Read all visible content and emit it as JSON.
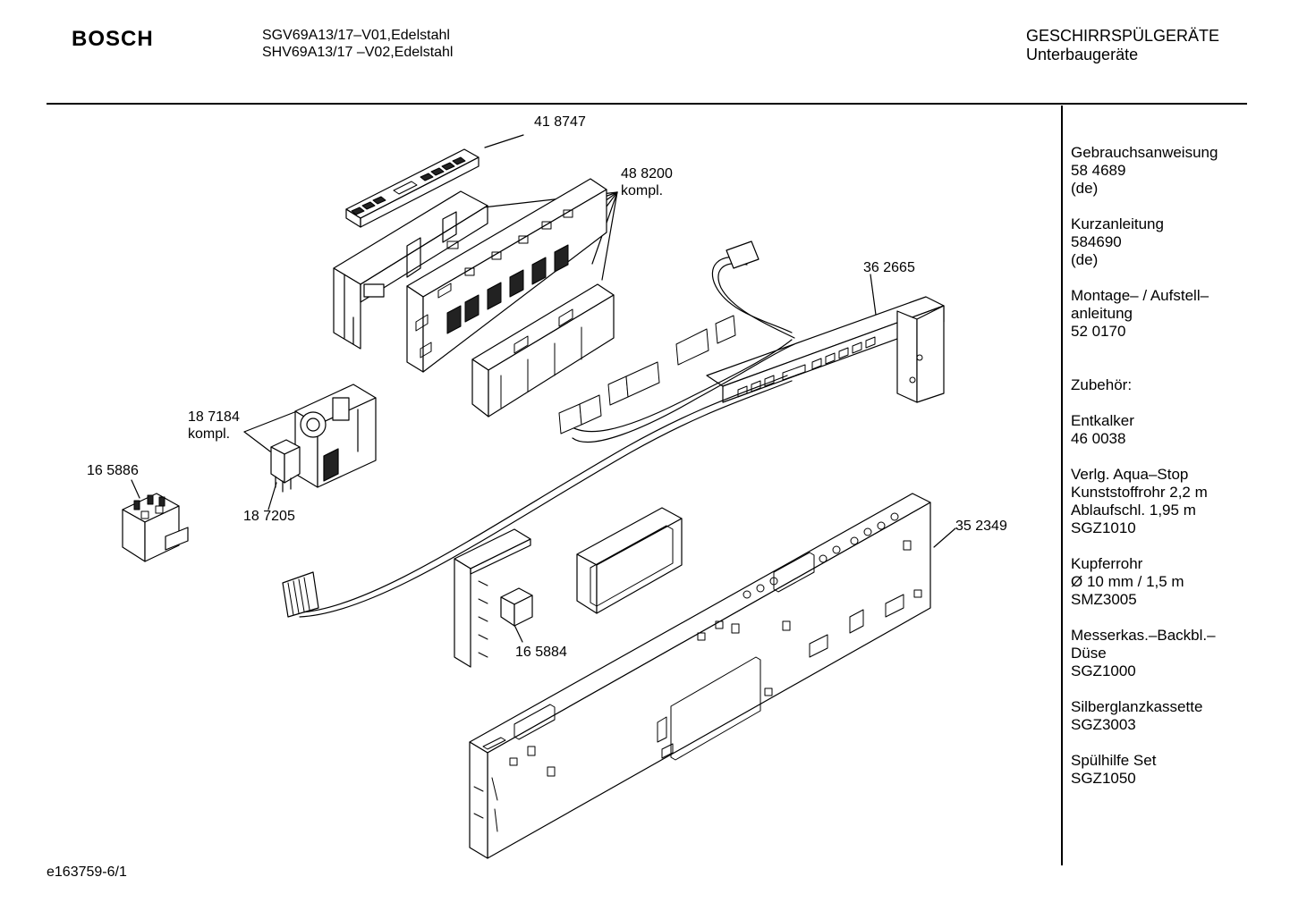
{
  "header": {
    "brand": "BOSCH",
    "model_line_1": "SGV69A13/17–V01,Edelstahl",
    "model_line_2": "SHV69A13/17 –V02,Edelstahl",
    "category_line_1": "GESCHIRRSPÜLGERÄTE",
    "category_line_2": "Unterbaugeräte"
  },
  "part_labels": {
    "p418747": "41 8747",
    "p488200": "48 8200",
    "p488200_note": "kompl.",
    "p362665": "36 2665",
    "p187184": "18 7184",
    "p187184_note": "kompl.",
    "p165886": "16 5886",
    "p187205": "18 7205",
    "p352349": "35 2349",
    "p165884": "16 5884"
  },
  "sidebar": [
    {
      "lines": [
        "Gebrauchsanweisung",
        "58 4689",
        "(de)"
      ]
    },
    {
      "lines": [
        "Kurzanleitung",
        "584690",
        "(de)"
      ]
    },
    {
      "lines": [
        "Montage– / Aufstell–",
        "anleitung",
        "52 0170"
      ]
    },
    {
      "lines": [
        "Zubehör:"
      ]
    },
    {
      "lines": [
        "Entkalker",
        "46 0038"
      ]
    },
    {
      "lines": [
        "Verlg. Aqua–Stop",
        "Kunststoffrohr 2,2 m",
        "Ablaufschl. 1,95 m",
        "SGZ1010"
      ]
    },
    {
      "lines": [
        "Kupferrohr",
        "Ø 10 mm / 1,5 m",
        "SMZ3005"
      ]
    },
    {
      "lines": [
        "Messerkas.–Backbl.–",
        "Düse",
        "SGZ1000"
      ]
    },
    {
      "lines": [
        "Silberglanzkassette",
        "SGZ3003"
      ]
    },
    {
      "lines": [
        "Spülhilfe Set",
        "SGZ1050"
      ]
    }
  ],
  "footer": {
    "drawing_code": "e163759-6/1"
  }
}
